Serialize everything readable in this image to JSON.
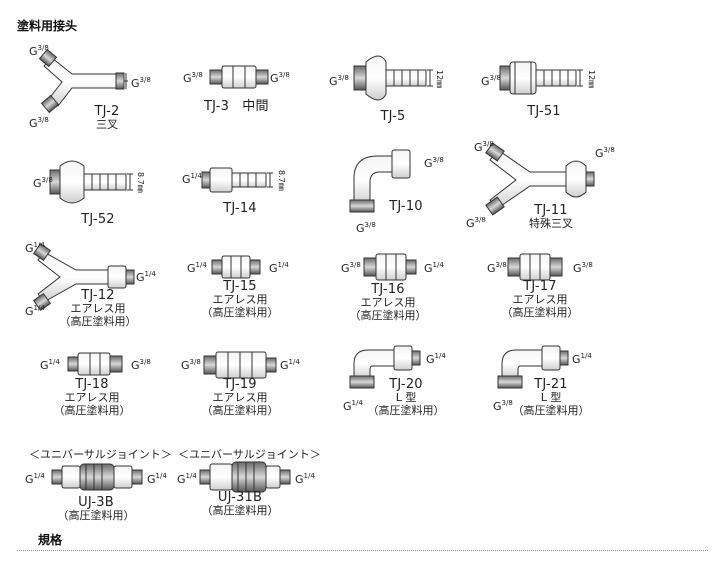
{
  "page": {
    "title": "塗料用接头",
    "spec_heading": "規格"
  },
  "thread": {
    "g38": "3/8",
    "g14": "1/4"
  },
  "dims": {
    "d12": "12㎜",
    "d87": "8.7㎜"
  },
  "items": {
    "tj2": {
      "model": "TJ-2",
      "desc": "三叉"
    },
    "tj3": {
      "model": "TJ-3　中間"
    },
    "tj5": {
      "model": "TJ-5"
    },
    "tj51": {
      "model": "TJ-51"
    },
    "tj52": {
      "model": "TJ-52"
    },
    "tj14": {
      "model": "TJ-14"
    },
    "tj10": {
      "model": "TJ-10"
    },
    "tj11": {
      "model": "TJ-11",
      "desc": "特殊三叉"
    },
    "tj12": {
      "model": "TJ-12",
      "desc": "エアレス用",
      "note": "（高圧塗料用）"
    },
    "tj15": {
      "model": "TJ-15",
      "desc": "エアレス用",
      "note": "（高圧塗料用）"
    },
    "tj16": {
      "model": "TJ-16",
      "desc": "エアレス用",
      "note": "（高圧塗料用）"
    },
    "tj17": {
      "model": "TJ-17",
      "desc": "エアレス用",
      "note": "（高圧塗料用）"
    },
    "tj18": {
      "model": "TJ-18",
      "desc": "エアレス用",
      "note": "（高圧塗料用）"
    },
    "tj19": {
      "model": "TJ-19",
      "desc": "エアレス用",
      "note": "（高圧塗料用）"
    },
    "tj20": {
      "model": "TJ-20",
      "desc": "L 型",
      "note": "（高圧塗料用）"
    },
    "tj21": {
      "model": "TJ-21",
      "desc": "L 型",
      "note": "（高圧塗料用）"
    },
    "uj3b": {
      "header": "＜ユニバーサルジョイント＞",
      "model": "UJ-3B",
      "note": "（高圧塗料用）"
    },
    "uj31b": {
      "header": "＜ユニバーサルジョイント＞",
      "model": "UJ-31B",
      "note": "（高圧塗料用）"
    }
  }
}
